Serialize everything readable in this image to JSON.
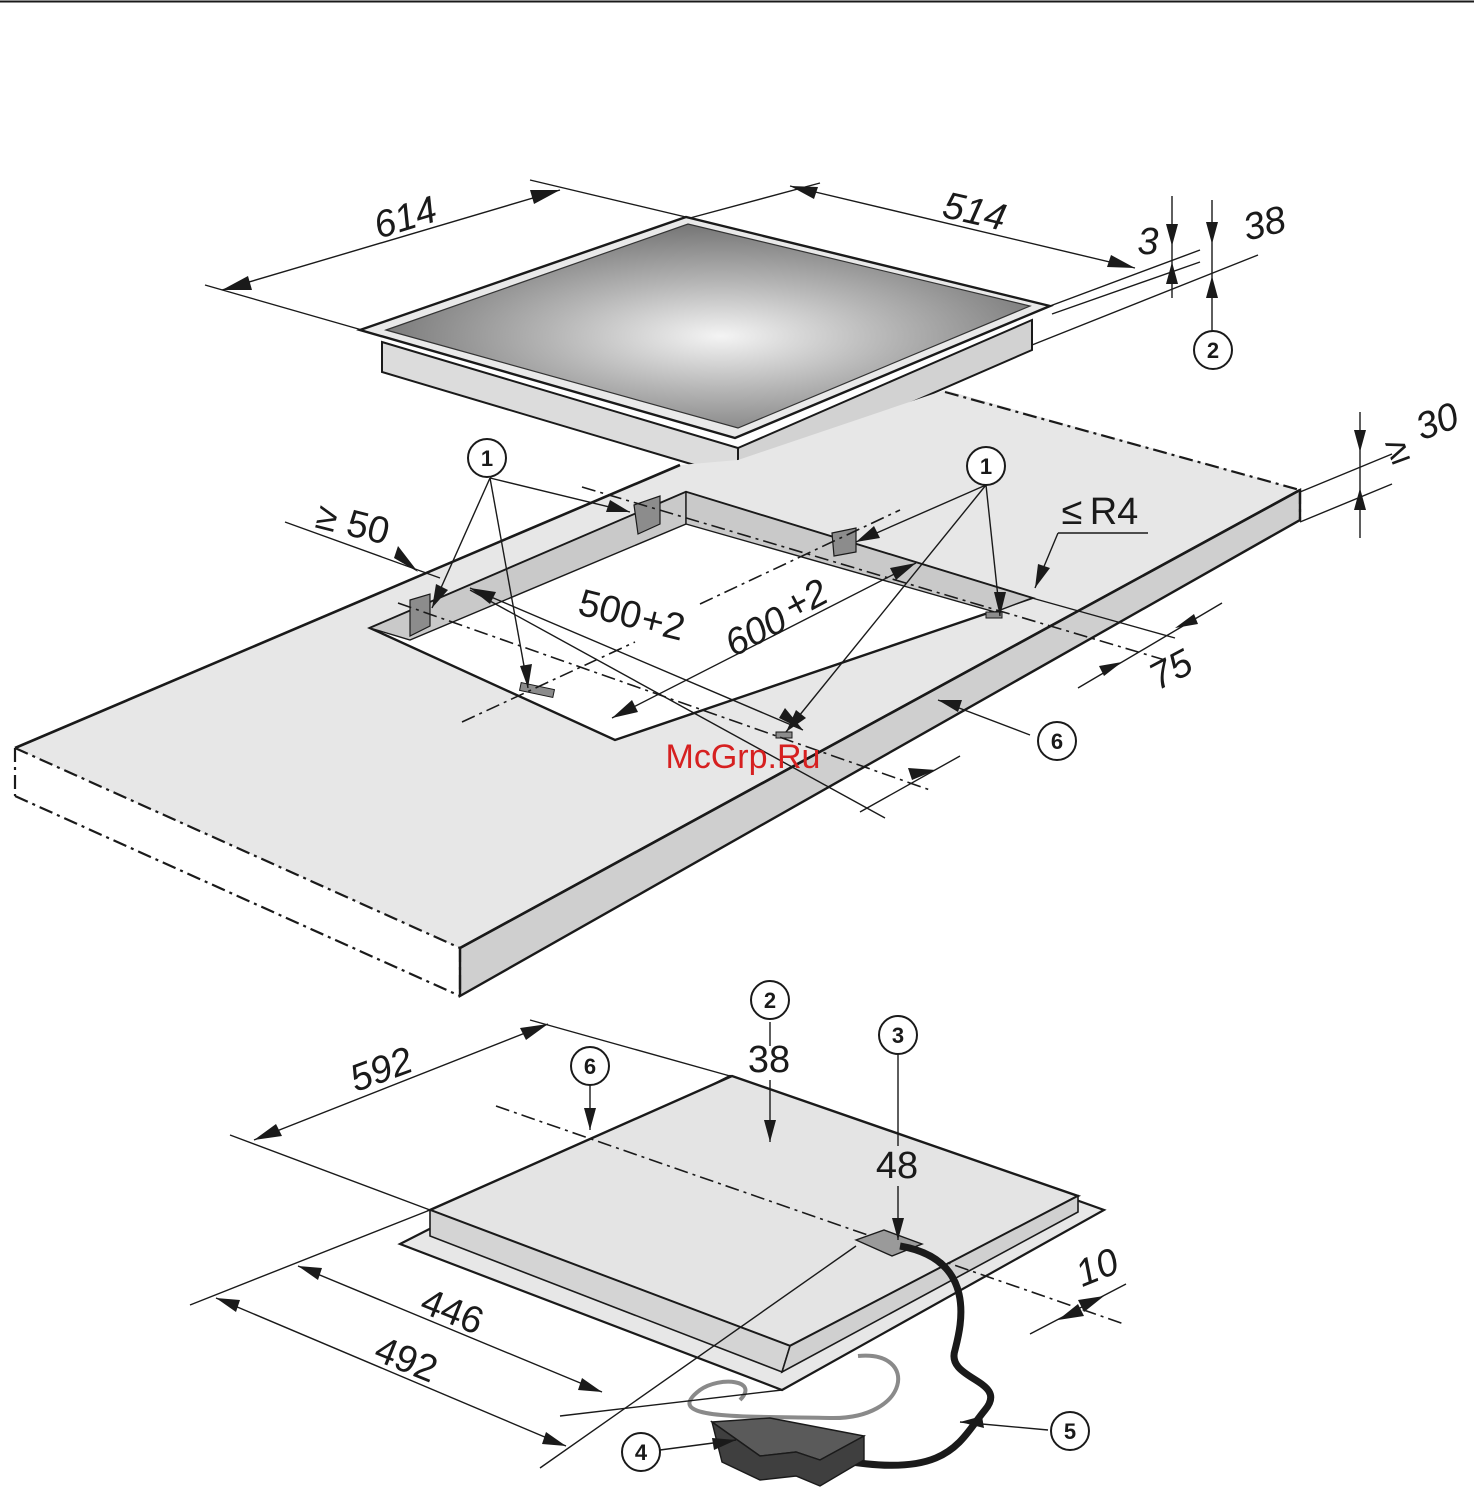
{
  "dimensions": {
    "hob_depth": "614",
    "hob_width": "514",
    "glass_thickness": "3",
    "hob_height": "38",
    "worktop_thickness": "30",
    "worktop_thickness_sign": "≥",
    "front_distance": "50",
    "front_distance_sign": "≥",
    "corner_radius": "R4",
    "corner_radius_sign": "≤",
    "cutout_depth": "500",
    "cutout_depth_tol": "+2",
    "cutout_width": "600",
    "cutout_width_tol": "+2",
    "cutout_offset": "75",
    "bottom_width": "592",
    "bottom_height_38": "38",
    "bottom_height_48": "48",
    "bottom_edge": "10",
    "bottom_depth_inner": "446",
    "bottom_depth_outer": "492"
  },
  "callouts": {
    "c1": "1",
    "c2": "2",
    "c3": "3",
    "c4": "4",
    "c5": "5",
    "c6": "6"
  },
  "watermark": "McGrp.Ru"
}
